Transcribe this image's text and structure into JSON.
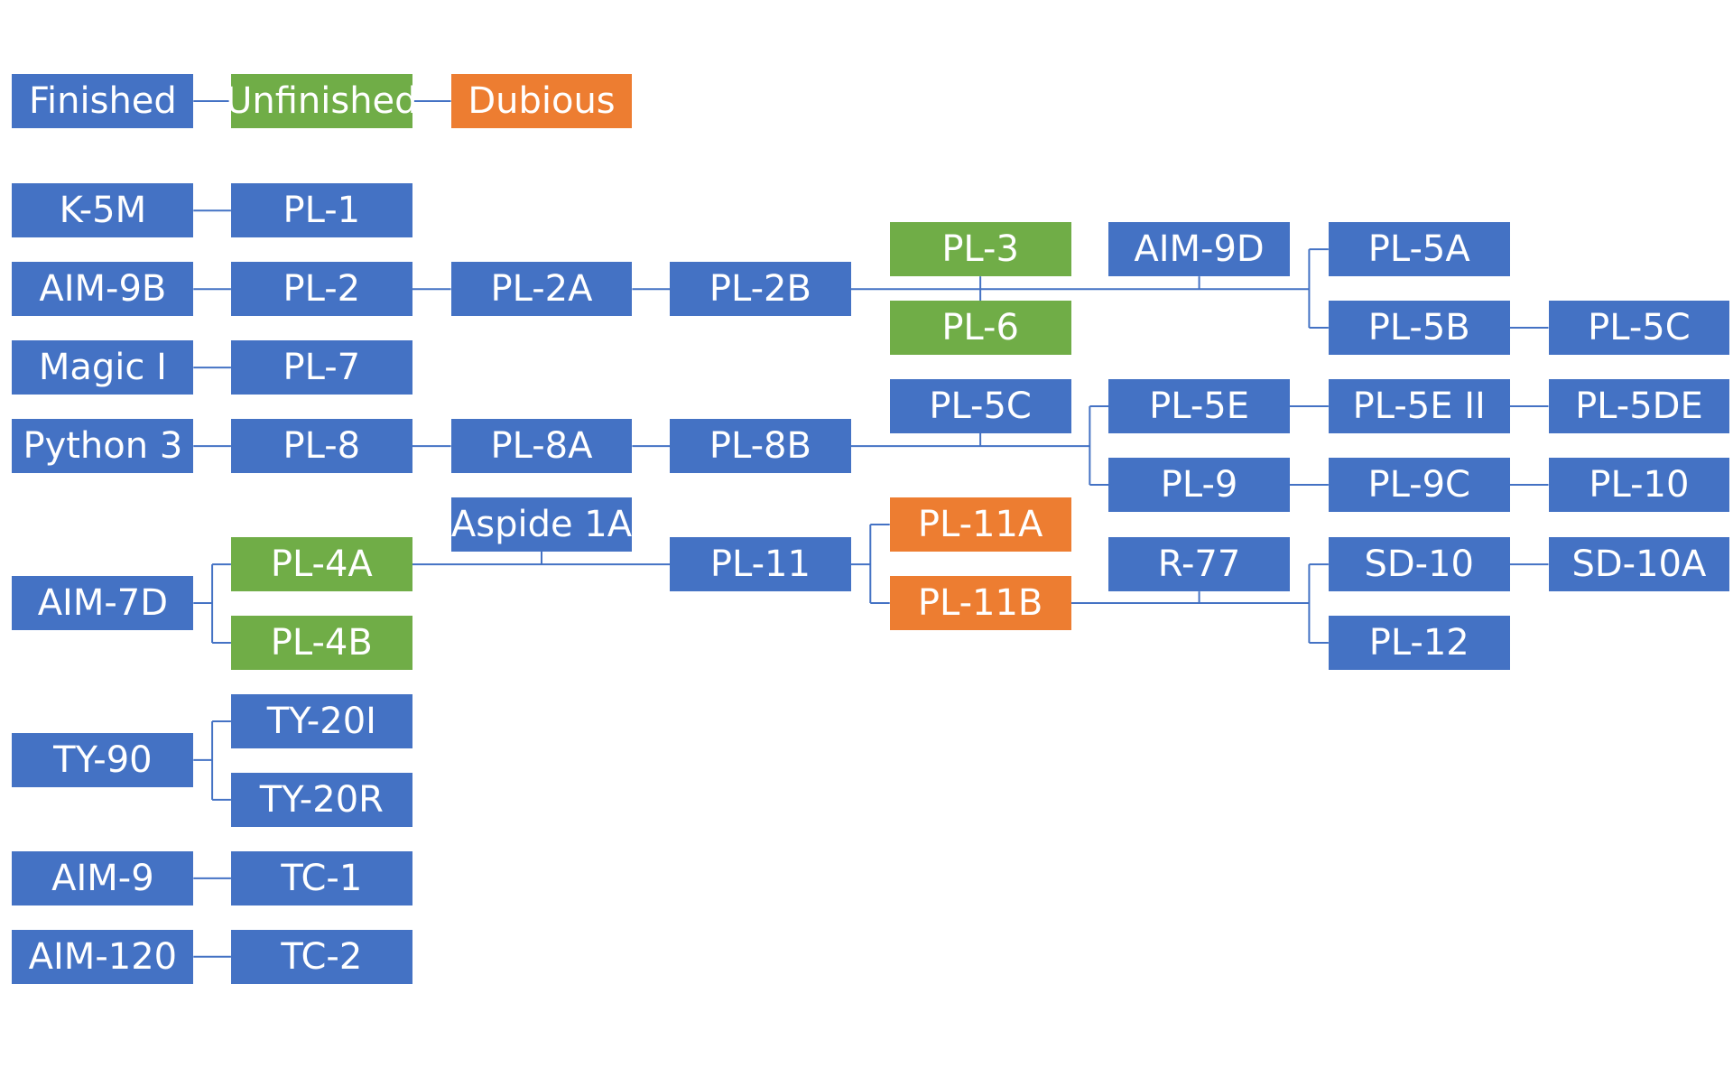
{
  "colors": {
    "finished": "#4472C4",
    "unfinished": "#70AD47",
    "dubious": "#ED7D31",
    "line": "#4472C4",
    "background": "#FFFFFF"
  },
  "legend": {
    "finished": "Finished",
    "unfinished": "Unfinished",
    "dubious": "Dubious"
  },
  "nodes": {
    "k5m": {
      "label": "K-5M",
      "status": "finished"
    },
    "pl1": {
      "label": "PL-1",
      "status": "finished"
    },
    "aim9b": {
      "label": "AIM-9B",
      "status": "finished"
    },
    "pl2": {
      "label": "PL-2",
      "status": "finished"
    },
    "pl2a": {
      "label": "PL-2A",
      "status": "finished"
    },
    "pl2b": {
      "label": "PL-2B",
      "status": "finished"
    },
    "pl3": {
      "label": "PL-3",
      "status": "unfinished"
    },
    "pl6": {
      "label": "PL-6",
      "status": "unfinished"
    },
    "aim9d": {
      "label": "AIM-9D",
      "status": "finished"
    },
    "pl5a": {
      "label": "PL-5A",
      "status": "finished"
    },
    "pl5b": {
      "label": "PL-5B",
      "status": "finished"
    },
    "pl5c_a": {
      "label": "PL-5C",
      "status": "finished"
    },
    "magic1": {
      "label": "Magic I",
      "status": "finished"
    },
    "pl7": {
      "label": "PL-7",
      "status": "finished"
    },
    "python3": {
      "label": "Python 3",
      "status": "finished"
    },
    "pl8": {
      "label": "PL-8",
      "status": "finished"
    },
    "pl8a": {
      "label": "PL-8A",
      "status": "finished"
    },
    "pl8b": {
      "label": "PL-8B",
      "status": "finished"
    },
    "pl5c_b": {
      "label": "PL-5C",
      "status": "finished"
    },
    "pl5e": {
      "label": "PL-5E",
      "status": "finished"
    },
    "pl5e2": {
      "label": "PL-5E II",
      "status": "finished"
    },
    "pl5de": {
      "label": "PL-5DE",
      "status": "finished"
    },
    "pl9": {
      "label": "PL-9",
      "status": "finished"
    },
    "pl9c": {
      "label": "PL-9C",
      "status": "finished"
    },
    "pl10": {
      "label": "PL-10",
      "status": "finished"
    },
    "aspide": {
      "label": "Aspide 1A",
      "status": "finished"
    },
    "aim7d": {
      "label": "AIM-7D",
      "status": "finished"
    },
    "pl4a": {
      "label": "PL-4A",
      "status": "unfinished"
    },
    "pl4b": {
      "label": "PL-4B",
      "status": "unfinished"
    },
    "pl11": {
      "label": "PL-11",
      "status": "finished"
    },
    "pl11a": {
      "label": "PL-11A",
      "status": "dubious"
    },
    "pl11b": {
      "label": "PL-11B",
      "status": "dubious"
    },
    "r77": {
      "label": "R-77",
      "status": "finished"
    },
    "sd10": {
      "label": "SD-10",
      "status": "finished"
    },
    "sd10a": {
      "label": "SD-10A",
      "status": "finished"
    },
    "pl12": {
      "label": "PL-12",
      "status": "finished"
    },
    "ty90": {
      "label": "TY-90",
      "status": "finished"
    },
    "ty20i": {
      "label": "TY-20I",
      "status": "finished"
    },
    "ty20r": {
      "label": "TY-20R",
      "status": "finished"
    },
    "aim9": {
      "label": "AIM-9",
      "status": "finished"
    },
    "tc1": {
      "label": "TC-1",
      "status": "finished"
    },
    "aim120": {
      "label": "AIM-120",
      "status": "finished"
    },
    "tc2": {
      "label": "TC-2",
      "status": "finished"
    }
  }
}
